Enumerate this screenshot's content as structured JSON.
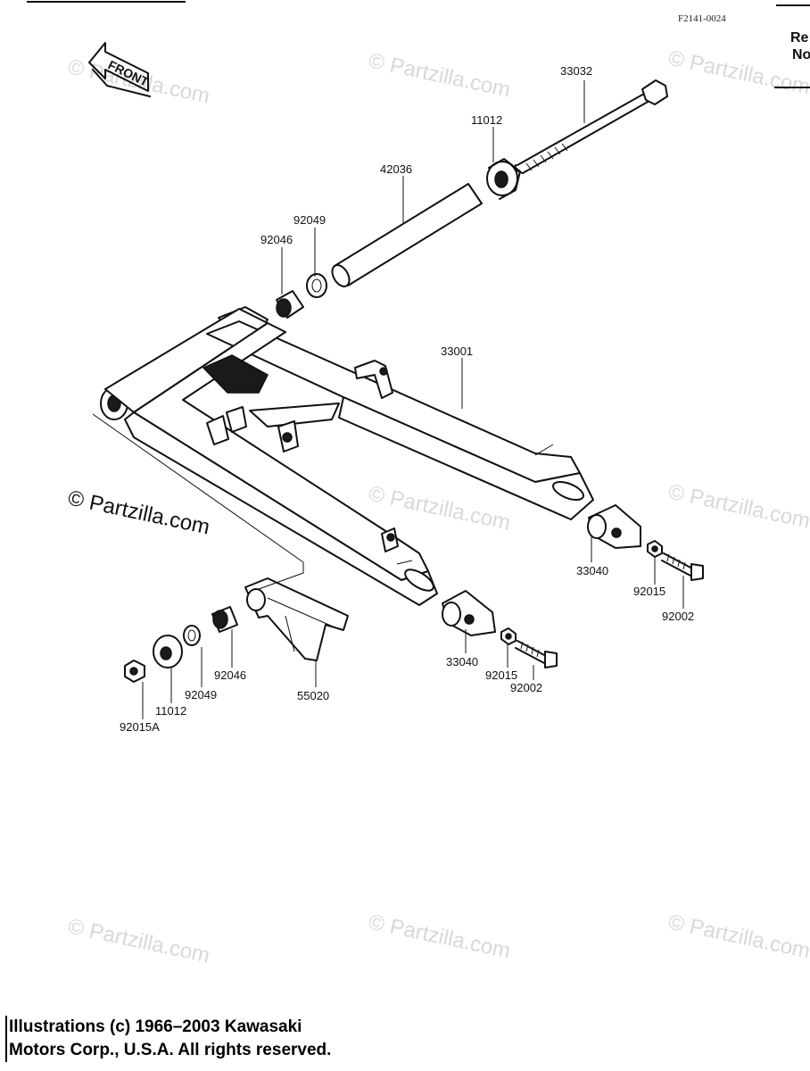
{
  "figure_code": "F2141-0024",
  "front_label": "FRONT",
  "side_text": [
    "Re",
    "No"
  ],
  "watermarks": [
    "© Partzilla.com",
    "© Partzilla.com",
    "© Partzilla.com",
    "© Partzilla.com",
    "© Partzilla.com",
    "© Partzilla.com",
    "© Partzilla.com",
    "© Partzilla.com",
    "© Partzilla.com"
  ],
  "parts": [
    "33032",
    "11012",
    "42036",
    "92049",
    "92046",
    "33001",
    "33040",
    "92015",
    "92002",
    "33040",
    "92015",
    "92002",
    "92046",
    "92049",
    "11012",
    "92015A",
    "55020"
  ],
  "copyright": [
    "Illustrations (c) 1966–2003 Kawasaki",
    "Motors Corp., U.S.A.  All rights reserved."
  ],
  "colors": {
    "ink": "#111111",
    "watermark": "#d8d8d8",
    "paper": "#ffffff"
  }
}
